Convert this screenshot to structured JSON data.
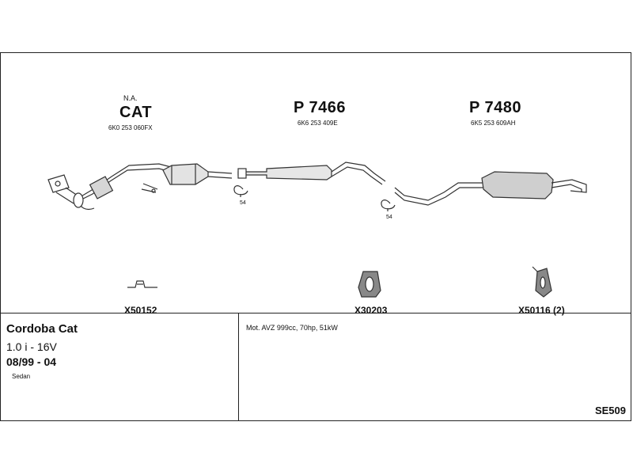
{
  "parts": {
    "cat": {
      "note": "N.A.",
      "label": "CAT",
      "oem": "6K0 253 060FX"
    },
    "middle": {
      "label": "P 7466",
      "oem": "6K6 253 409E"
    },
    "rear": {
      "label": "P 7480",
      "oem": "6K5 253 609AH"
    }
  },
  "clamp_small": {
    "a": "54",
    "b": "54"
  },
  "mounts": [
    {
      "code": "X50152"
    },
    {
      "code": "X30203"
    },
    {
      "code": "X50116 (2)"
    }
  ],
  "vehicle": {
    "model": "Cordoba Cat",
    "engine": "1.0 i - 16V",
    "years": "08/99 - 04",
    "body": "Sedan"
  },
  "motor_info": "Mot. AVZ 999cc, 70hp, 51kW",
  "diagram_code": "SE509"
}
